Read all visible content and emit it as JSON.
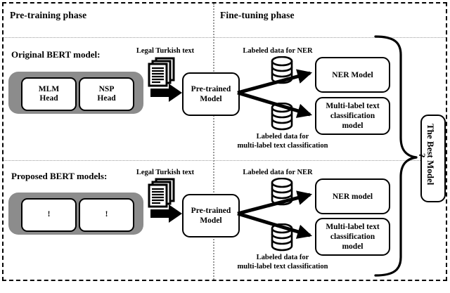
{
  "figure": {
    "phases": [
      {
        "name": "pre-training",
        "label": "Pre-training phase"
      },
      {
        "name": "fine-tuning",
        "label": "Fine-tuning phase"
      }
    ],
    "rows": [
      {
        "name": "original",
        "section_label": "Original BERT model:",
        "heads": [
          {
            "line1": "MLM",
            "line2": "Head"
          },
          {
            "line1": "NSP",
            "line2": "Head"
          }
        ],
        "corpus_label": "Legal Turkish text",
        "pretrained_label": "Pre-trained\nModel",
        "pretrained_line1": "Pre-trained",
        "pretrained_line2": "Model",
        "ner_data_label": "Labeled data for NER",
        "mlt_data_label_line1": "Labeled data for",
        "mlt_data_label_line2": "multi-label text classification",
        "outputs": [
          {
            "name": "ner-model",
            "text": "NER Model"
          },
          {
            "name": "multilabel-model",
            "line1": "Multi-label text",
            "line2": "classification",
            "line3": "model"
          }
        ]
      },
      {
        "name": "proposed",
        "section_label": "Proposed BERT models:",
        "heads": [
          {
            "line1": "!",
            "line2": ""
          },
          {
            "line1": "!",
            "line2": ""
          }
        ],
        "corpus_label": "Legal Turkish text",
        "pretrained_line1": "Pre-trained",
        "pretrained_line2": "Model",
        "ner_data_label": "Labeled data for NER",
        "mlt_data_label_line1": "Labeled data for",
        "mlt_data_label_line2": "multi-label text classification",
        "outputs": [
          {
            "name": "ner-model",
            "text": "NER model"
          },
          {
            "name": "multilabel-model",
            "line1": "Multi-label text",
            "line2": "classification",
            "line3": "model"
          }
        ]
      }
    ],
    "best_model": {
      "label": "The Best Model",
      "question": "?"
    },
    "icons": {
      "documents": "documents-stack-icon",
      "database": "database-cylinder-icon",
      "arrow": "block-arrow-icon",
      "brace": "right-curly-brace"
    },
    "colors": {
      "gray_pill": "#8c8c8c",
      "line": "#000000",
      "divider": "#9a9a9a",
      "background": "#ffffff"
    }
  }
}
